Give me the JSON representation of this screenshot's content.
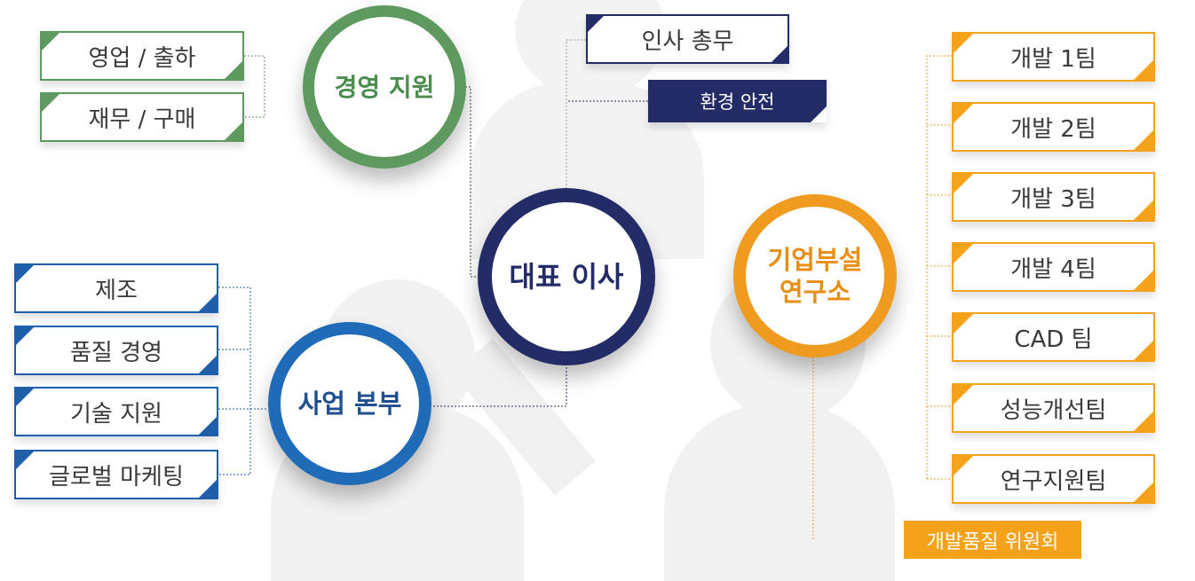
{
  "center": {
    "label": "대표 이사",
    "color": "#232c66"
  },
  "management_support": {
    "label": "경영 지원",
    "color": "#5e9a5f",
    "teams": [
      "영업 / 출하",
      "재무 / 구매"
    ]
  },
  "business_division": {
    "label": "사업 본부",
    "color": "#1f6bb8",
    "teams": [
      "제조",
      "품질 경영",
      "기술 지원",
      "글로벌 마케팅"
    ]
  },
  "direct_units": [
    "인사 총무",
    "환경 안전"
  ],
  "research_lab": {
    "label": "기업부설\n연구소",
    "color": "#ef9b1f",
    "teams": [
      "개발 1팀",
      "개발 2팀",
      "개발 3팀",
      "개발 4팀",
      "CAD 팀",
      "성능개선팀",
      "연구지원팀"
    ],
    "committee": "개발품질 위원회"
  }
}
